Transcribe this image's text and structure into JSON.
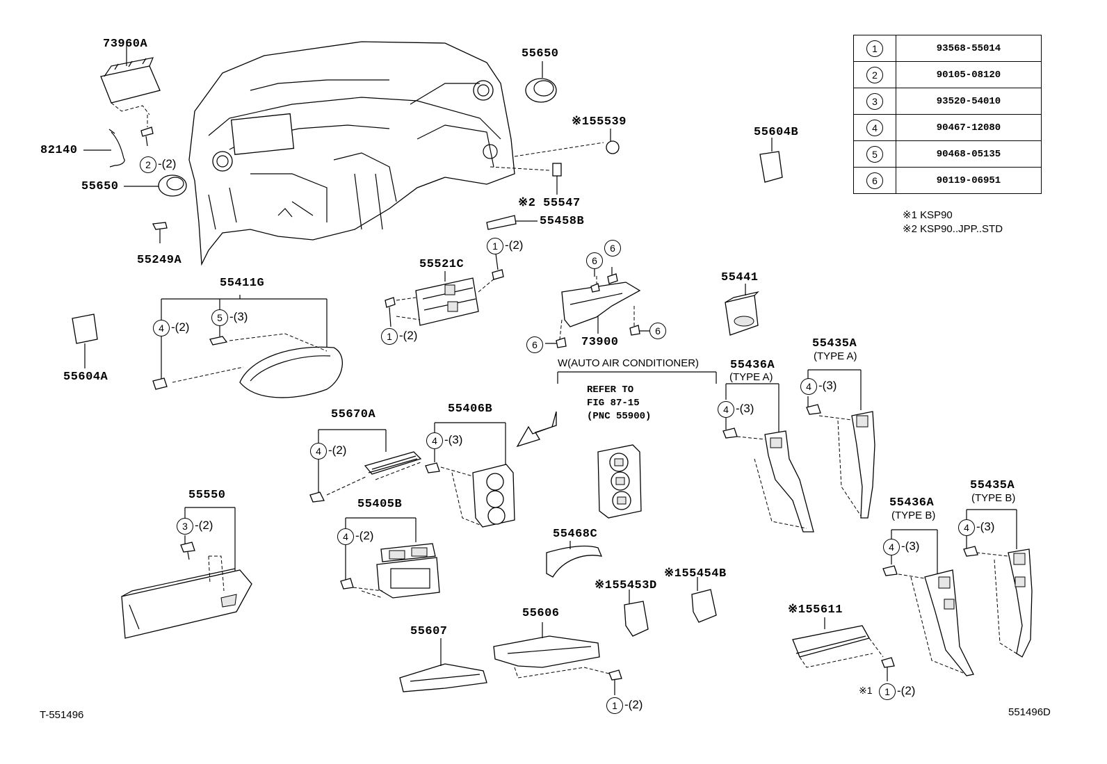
{
  "parts_table": [
    {
      "ref": "1",
      "part_no": "93568-55014"
    },
    {
      "ref": "2",
      "part_no": "90105-08120"
    },
    {
      "ref": "3",
      "part_no": "93520-54010"
    },
    {
      "ref": "4",
      "part_no": "90467-12080"
    },
    {
      "ref": "5",
      "part_no": "90468-05135"
    },
    {
      "ref": "6",
      "part_no": "90119-06951"
    }
  ],
  "notes": {
    "note1": "※1 KSP90",
    "note2": "※2 KSP90..JPP..STD"
  },
  "labels": {
    "p73960A": "73960A",
    "p82140": "82140",
    "p55650a": "55650",
    "p55650b": "55650",
    "p55249A": "55249A",
    "p55539": "※155539",
    "p55547": "※2 55547",
    "p55458B": "55458B",
    "p55604B": "55604B",
    "p55521C": "55521C",
    "p55411G": "55411G",
    "p55604A": "55604A",
    "p73900": "73900",
    "p55441": "55441",
    "p55436A_a": "55436A",
    "p55435A_a": "55435A",
    "p55670A": "55670A",
    "p55406B": "55406B",
    "p55405B": "55405B",
    "p55550": "55550",
    "p55468C": "55468C",
    "p55453D": "※155453D",
    "p55454B": "※155454B",
    "p55436A_b": "55436A",
    "p55435A_b": "55435A",
    "p55611": "※155611",
    "p55606": "55606",
    "p55607": "55607"
  },
  "types": {
    "typeA1": "(TYPE A)",
    "typeA2": "(TYPE A)",
    "typeB1": "(TYPE B)",
    "typeB2": "(TYPE B)"
  },
  "callouts": {
    "c_2_2": {
      "ref": "2",
      "qty": "-(2)"
    },
    "c_1_2_top": {
      "ref": "1",
      "qty": "-(2)"
    },
    "c_1_2_left": {
      "ref": "1",
      "qty": "-(2)"
    },
    "c_4_2_411": {
      "ref": "4",
      "qty": "-(2)"
    },
    "c_5_3": {
      "ref": "5",
      "qty": "-(3)"
    },
    "c_6_a": {
      "ref": "6"
    },
    "c_6_b": {
      "ref": "6"
    },
    "c_6_c": {
      "ref": "6"
    },
    "c_6_d": {
      "ref": "6"
    },
    "c_4_3_436a": {
      "ref": "4",
      "qty": "-(3)"
    },
    "c_4_3_435a": {
      "ref": "4",
      "qty": "-(3)"
    },
    "c_4_2_670": {
      "ref": "4",
      "qty": "-(2)"
    },
    "c_4_3_406": {
      "ref": "4",
      "qty": "-(3)"
    },
    "c_4_2_405": {
      "ref": "4",
      "qty": "-(2)"
    },
    "c_3_2": {
      "ref": "3",
      "qty": "-(2)"
    },
    "c_4_3_436b": {
      "ref": "4",
      "qty": "-(3)"
    },
    "c_4_3_435b": {
      "ref": "4",
      "qty": "-(3)"
    },
    "c_1_2_bottom": {
      "ref": "1",
      "qty": "-(2)"
    },
    "c_1_2_611": {
      "prefix": "※1",
      "ref": "1",
      "qty": "-(2)"
    }
  },
  "condition": "W(AUTO AIR CONDITIONER)",
  "refer_text": "REFER TO\nFIG 87-15\n(PNC 55900)",
  "footer": {
    "left": "T-551496",
    "right": "551496D"
  }
}
